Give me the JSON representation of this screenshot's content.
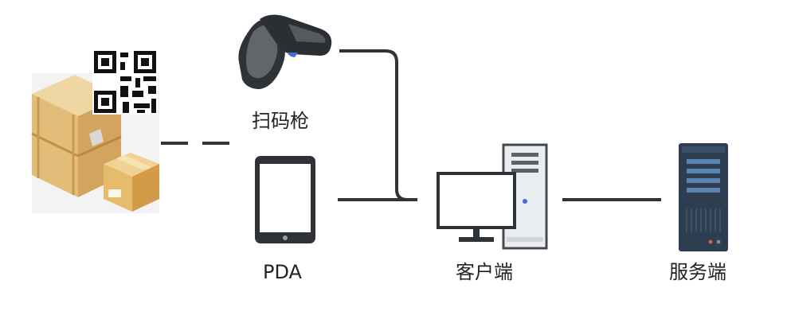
{
  "nodes": {
    "scanner": {
      "label": "扫码枪",
      "icon": "barcode-scanner-icon"
    },
    "pda": {
      "label": "PDA",
      "icon": "tablet-icon"
    },
    "client": {
      "label": "客户端",
      "icon": "desktop-computer-icon"
    },
    "server": {
      "label": "服务端",
      "icon": "server-tower-icon"
    },
    "goods": {
      "icon": "cargo-boxes-icon",
      "badge_icon": "qr-code-icon"
    }
  },
  "colors": {
    "line": "#333333",
    "device_dark": "#2f3338",
    "screen": "#ffffff",
    "server_body": "#2d3e50",
    "server_slot": "#5b84b1",
    "box_light": "#e8c888",
    "box_mid": "#d9ae62",
    "box_dark": "#c3954c",
    "scanner_accent": "#3d6fd6"
  }
}
